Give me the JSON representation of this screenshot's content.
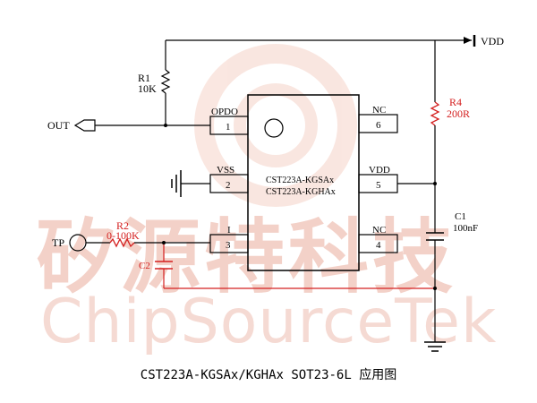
{
  "watermark": {
    "cn": "矽源特科技",
    "en": "ChipSourceTek"
  },
  "chip": {
    "part_line1": "CST223A-KGSAx",
    "part_line2": "CST223A-KGHAx",
    "pins": [
      {
        "name": "OPDO",
        "num": "1"
      },
      {
        "name": "VSS",
        "num": "2"
      },
      {
        "name": "I",
        "num": "3"
      },
      {
        "name": "NC",
        "num": "6"
      },
      {
        "name": "VDD",
        "num": "5"
      },
      {
        "name": "NC",
        "num": "4"
      }
    ]
  },
  "components": {
    "r1": {
      "ref": "R1",
      "value": "10K"
    },
    "r2": {
      "ref": "R2",
      "value": "0-100K"
    },
    "r4": {
      "ref": "R4",
      "value": "200R"
    },
    "c1": {
      "ref": "C1",
      "value": "100nF"
    },
    "c2": {
      "ref": "C2"
    }
  },
  "ports": {
    "vdd": "VDD",
    "out": "OUT",
    "tp": "TP"
  },
  "caption": "CST223A-KGSAx/KGHAx SOT23-6L 应用图",
  "colors": {
    "wire": "#000000",
    "red": "#d42020",
    "watermark": "#f2c9bf"
  }
}
